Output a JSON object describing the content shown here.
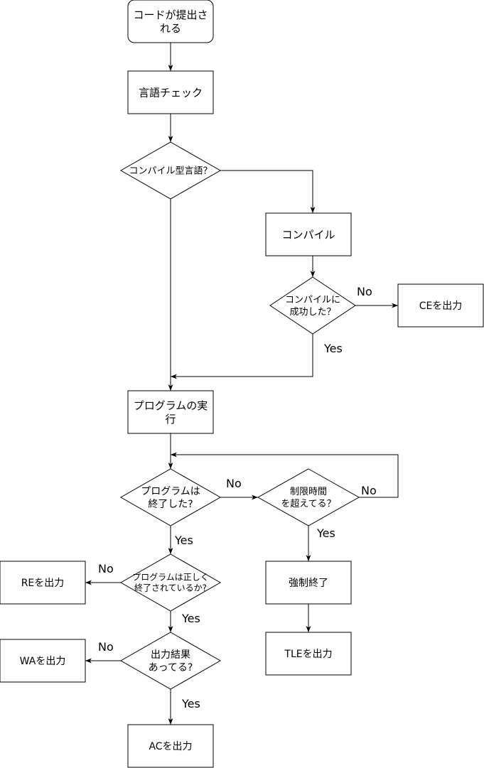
{
  "nodes": {
    "start": {
      "lines": [
        "コードが提出さ",
        "れる"
      ],
      "font_size": 15
    },
    "lang_check": {
      "lines": [
        "言語チェック"
      ],
      "font_size": 15
    },
    "is_compiled": {
      "lines": [
        "コンパイル型言語？"
      ],
      "font_size": 13
    },
    "compile": {
      "lines": [
        "コンパイル"
      ],
      "font_size": 15
    },
    "compile_ok": {
      "lines": [
        "コンパイルに",
        "成功した？"
      ],
      "font_size": 13
    },
    "ce_out": {
      "lines": [
        "CEを出力"
      ],
      "font_size": 14
    },
    "run": {
      "lines": [
        "プログラムの実",
        "行"
      ],
      "font_size": 15
    },
    "terminated": {
      "lines": [
        "プログラムは",
        "終了した?"
      ],
      "font_size": 14
    },
    "time_limit": {
      "lines": [
        "制限時間",
        "を超えてる？"
      ],
      "font_size": 13
    },
    "force_stop": {
      "lines": [
        "強制終了"
      ],
      "font_size": 14
    },
    "tle_out": {
      "lines": [
        "TLEを出力"
      ],
      "font_size": 14
    },
    "correct_exit": {
      "lines": [
        "プログラムは正しく",
        "終了されているか?"
      ],
      "font_size": 12
    },
    "re_out": {
      "lines": [
        "REを出力"
      ],
      "font_size": 14
    },
    "output_match": {
      "lines": [
        "出力結果",
        "あってる?"
      ],
      "font_size": 14
    },
    "wa_out": {
      "lines": [
        "WAを出力"
      ],
      "font_size": 14
    },
    "ac_out": {
      "lines": [
        "ACを出力"
      ],
      "font_size": 14
    }
  },
  "labels": {
    "compile_no": "No",
    "compile_yes": "Yes",
    "terminated_no": "No",
    "terminated_yes": "Yes",
    "time_limit_no": "No",
    "time_limit_yes": "Yes",
    "correct_no": "No",
    "correct_yes": "Yes",
    "output_no": "No",
    "output_yes": "Yes"
  },
  "colors": {
    "stroke": "#000000",
    "fill": "#ffffff",
    "text": "#000000"
  }
}
